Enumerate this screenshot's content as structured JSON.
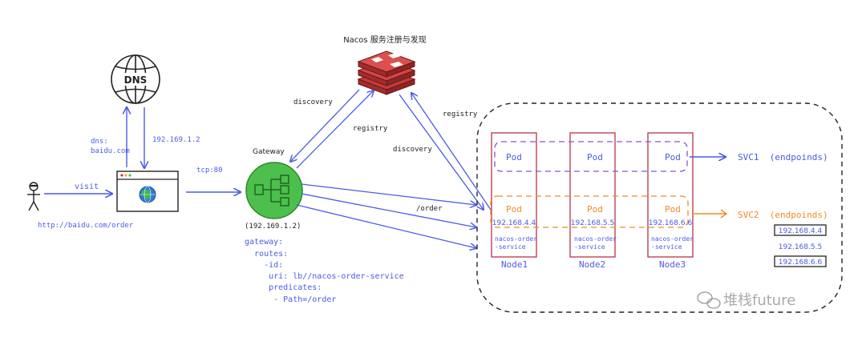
{
  "colors": {
    "blue": "#4a5be6",
    "dark": "#222222",
    "green": "#4cbf4c",
    "green_dark": "#2e8b2e",
    "red": "#c53a3a",
    "crimson": "#b8324a",
    "purple": "#8a52d8",
    "orange": "#f08a24"
  },
  "icons": {
    "dns": "globe-icon",
    "browser_globe": "globe-icon",
    "user": "person-icon",
    "gateway": "network-hub-icon",
    "nacos": "stacked-server-icon"
  },
  "nacos": {
    "label": "Nacos 服务注册与发现"
  },
  "dns": {
    "label": "DNS"
  },
  "client": {
    "url": "http://baidu.com/order",
    "visit": "visit",
    "dns_query": "dns:\nbaidu.com",
    "dns_answer": "192.169.1.2",
    "tcp": "tcp:80"
  },
  "gateway": {
    "title": "Gateway",
    "ip": "(192.169.1.2)",
    "config_lines": [
      "gateway:",
      "  routes:",
      "    -id:",
      "     uri: lb//nacos-order-service",
      "     predicates:",
      "      - Path=/order"
    ]
  },
  "edges": {
    "discovery_left": "discovery",
    "registry_left": "registry",
    "registry_right": "registry",
    "discovery_right": "discovery",
    "order": "/order"
  },
  "nodes": [
    {
      "name": "Node1",
      "pod_top": "Pod",
      "pod_bottom": "Pod",
      "ip": "192.168.4.4",
      "service": "nacos-order\n-service"
    },
    {
      "name": "Node2",
      "pod_top": "Pod",
      "pod_bottom": "Pod",
      "ip": "192.168.5.5",
      "service": "nacos-order\n-service"
    },
    {
      "name": "Node3",
      "pod_top": "Pod",
      "pod_bottom": "Pod",
      "ip": "192.168.6.6",
      "service": "nacos-order\n-service"
    }
  ],
  "svc1": {
    "label": "SVC1  (endpoinds)"
  },
  "svc2": {
    "label": "SVC2  (endpoinds)",
    "endpoints": [
      "192.168.4.4",
      "192.168.5.5",
      "192.168.6.6"
    ]
  },
  "watermark": {
    "text": "堆栈future"
  }
}
